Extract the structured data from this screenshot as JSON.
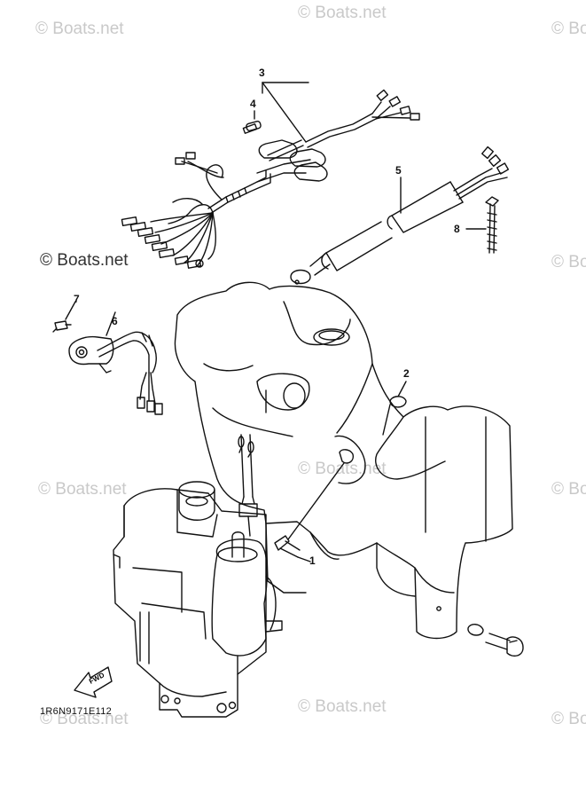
{
  "watermark": "© Boats.net",
  "callouts": {
    "c1": "1",
    "c2": "2",
    "c3": "3",
    "c4": "4",
    "c5": "5",
    "c6": "6",
    "c7": "7",
    "c8": "8"
  },
  "fwd_label": "FWD",
  "diagram_code": "1R6N9171E112",
  "colors": {
    "line": "#111111",
    "watermark": "#c9c9c9"
  }
}
